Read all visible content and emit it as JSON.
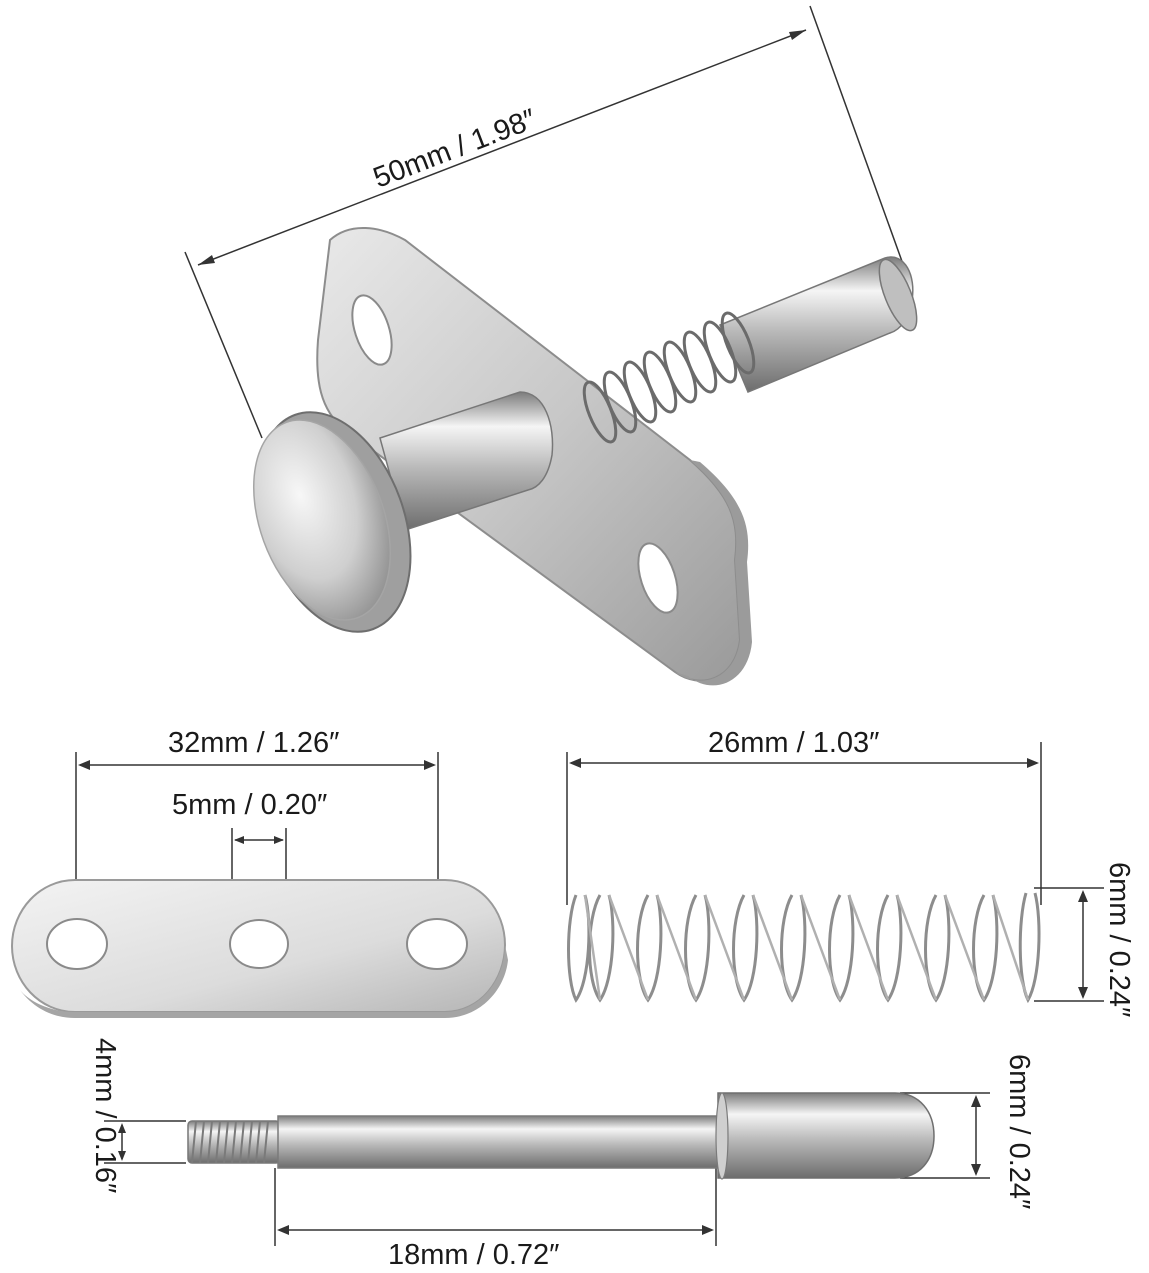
{
  "figure": {
    "assembled": {
      "length_label": "50mm / 1.98″"
    },
    "plate": {
      "length_label": "32mm / 1.26″",
      "hole_label": "5mm / 0.20″"
    },
    "spring": {
      "length_label": "26mm / 1.03″",
      "diameter_label": "6mm / 0.24″"
    },
    "pin": {
      "thread_label": "4mm / 0.16″",
      "head_label": "6mm / 0.24″",
      "shaft_label": "18mm / 0.72″"
    }
  },
  "colors": {
    "steel_light": "#f2f2f2",
    "steel_mid": "#c9c9c9",
    "steel_dark": "#8c8c8c",
    "line": "#333333"
  }
}
